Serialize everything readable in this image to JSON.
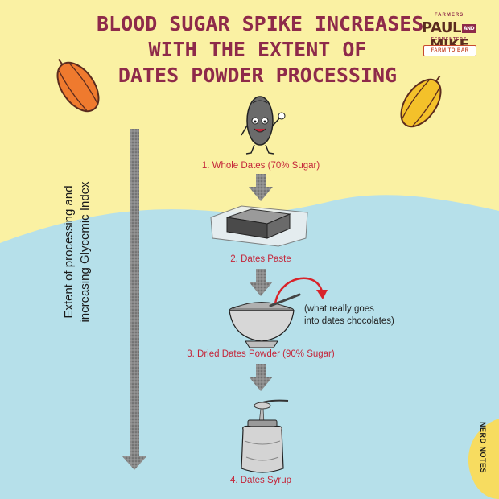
{
  "title": {
    "line1": "BLOOD SUGAR SPIKE INCREASES",
    "line2": "WITH THE EXTENT OF",
    "line3": "DATES POWDER PROCESSING"
  },
  "logo": {
    "top": "FARMERS",
    "brand_left": "PAUL",
    "brand_amp": "AND",
    "brand_right": "MIKE",
    "sub": "FERMENTERS",
    "banner": "FARM TO BAR"
  },
  "steps": [
    {
      "label": "1. Whole Dates (70% Sugar)"
    },
    {
      "label": "2. Dates Paste"
    },
    {
      "label": "3. Dried Dates Powder (90% Sugar)"
    },
    {
      "label": "4. Dates Syrup"
    }
  ],
  "aside": {
    "line1": "(what really goes",
    "line2": "into dates chocolates)"
  },
  "side_axis": {
    "line1": "Extent of processing and",
    "line2": "increasing Glycemic Index"
  },
  "corner_tag": "NERD NOTES",
  "colors": {
    "yellow_bg": "#faf1a3",
    "blue_bg": "#b6e0ea",
    "title": "#8e2a4a",
    "step_label": "#c4263a",
    "arrow_red": "#d8232a"
  }
}
